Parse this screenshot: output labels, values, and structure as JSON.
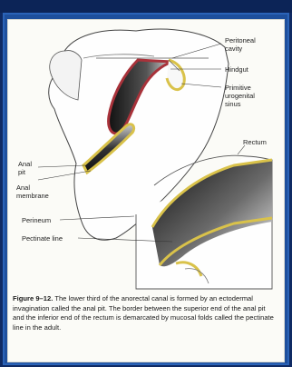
{
  "labels": {
    "peritoneal_cavity": "Peritoneal\ncavity",
    "hindgut": "Hindgut",
    "primitive_sinus": "Primitive\nurogenital\nsinus",
    "rectum": "Rectum",
    "anal_pit": "Anal\npit",
    "anal_membrane": "Anal\nmembrane",
    "perineum": "Perineum",
    "pectinate_line": "Pectinate line"
  },
  "caption": {
    "figure_label": "Figure 9–12.",
    "text": "The lower third of the anorectal canal is formed by an ectodermal invagination called the anal pit. The border between the superior end of the anal pit and the inferior end of the rectum is demarcated by mucosal folds called the pectinate line in the adult."
  },
  "colors": {
    "frame": "#1e4f9c",
    "background": "#0f2a63",
    "membrane_yellow": "#d9c24a",
    "hindgut_red": "#a8323a"
  }
}
